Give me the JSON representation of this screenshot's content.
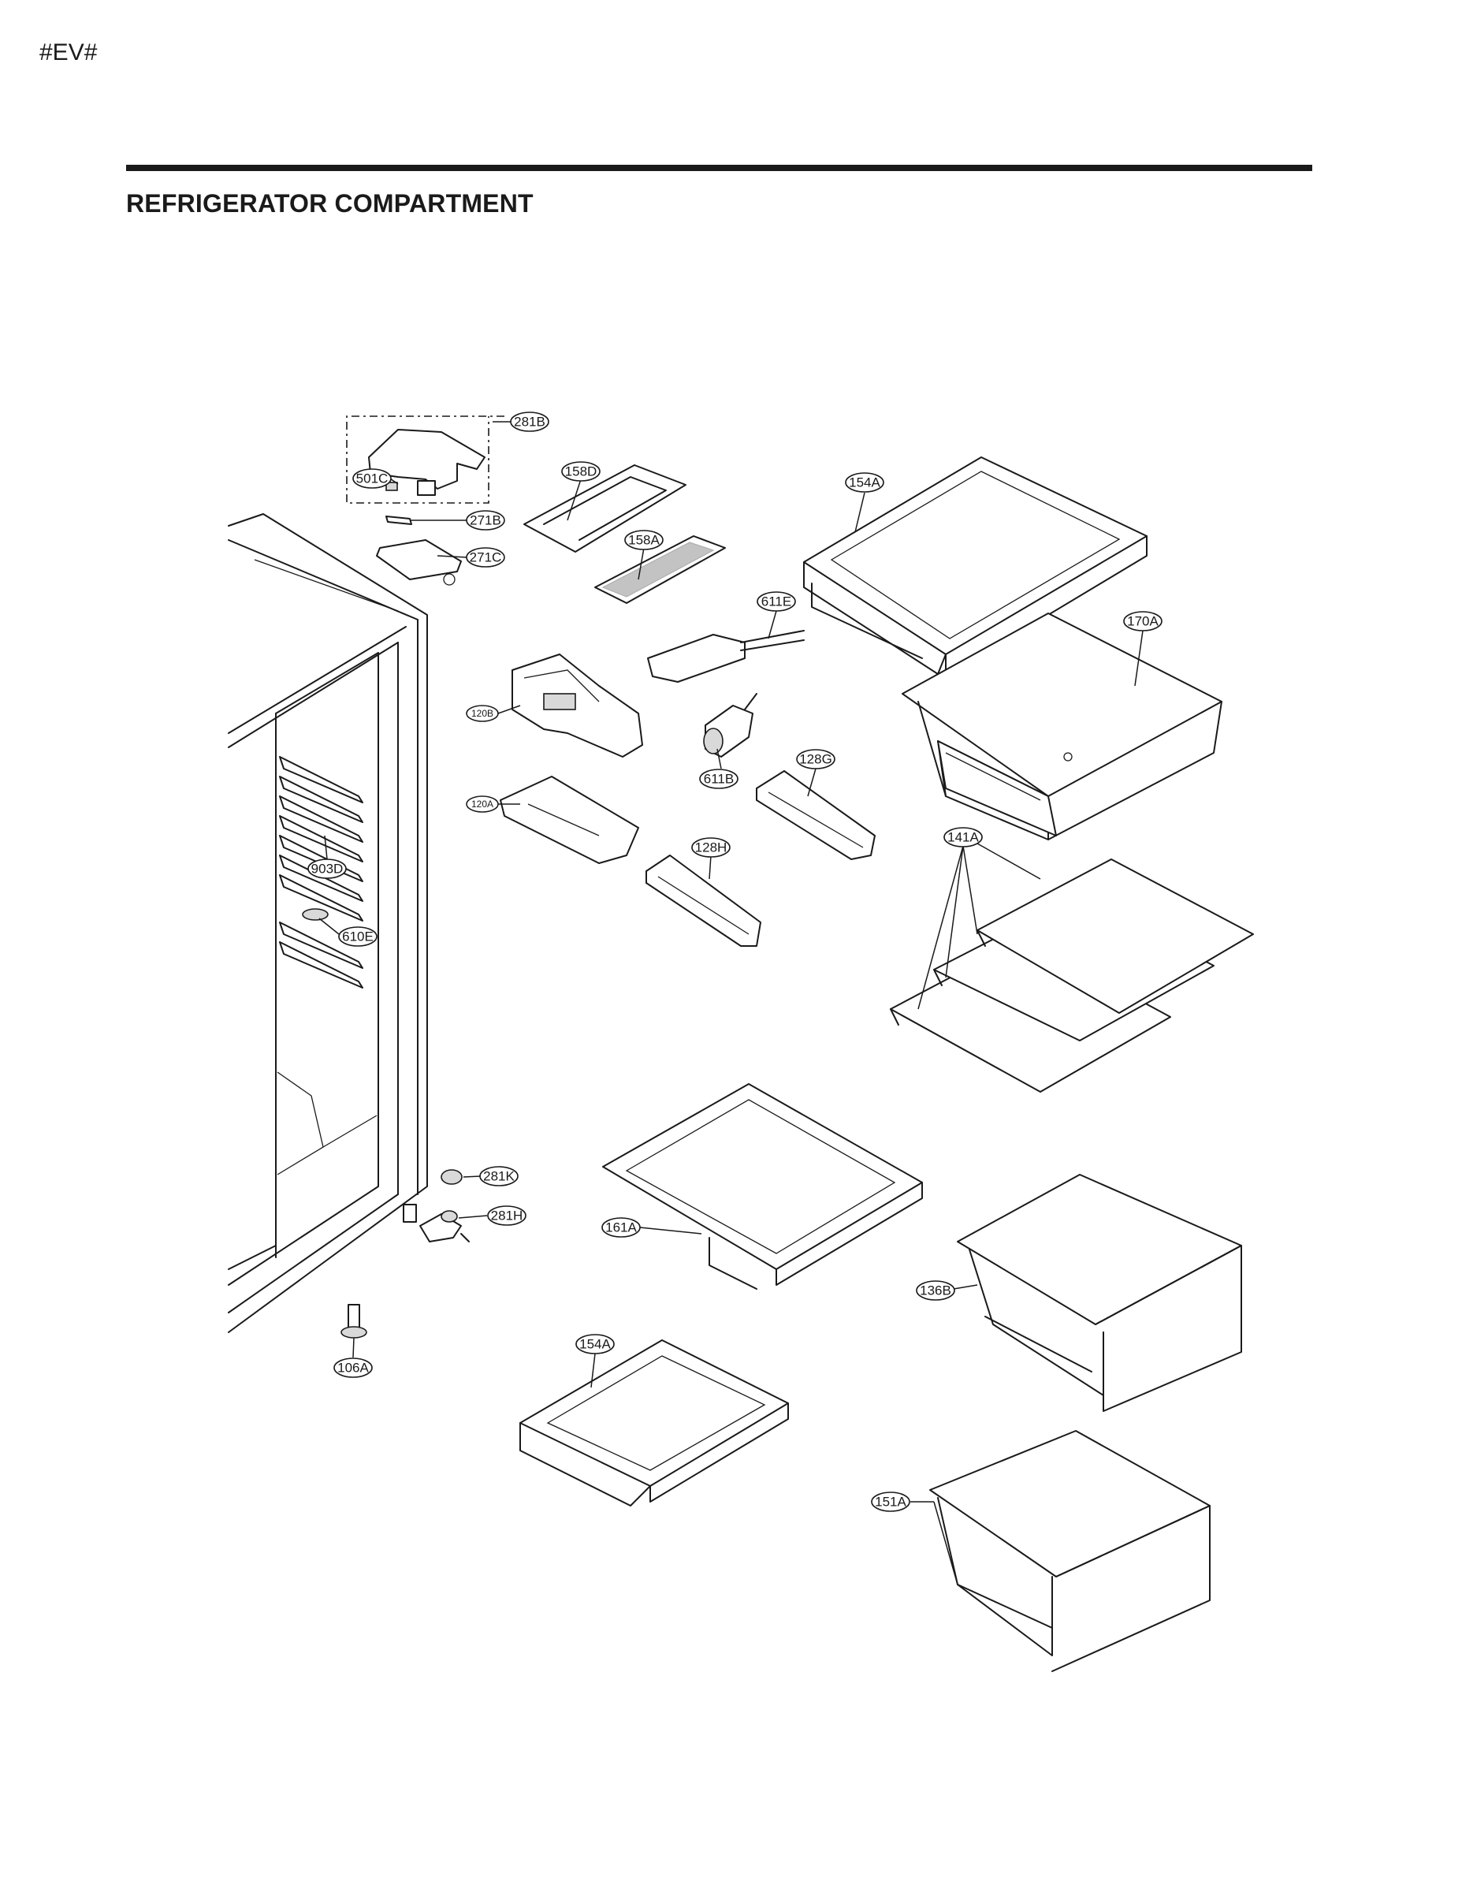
{
  "page_code": "#EV#",
  "section_title": "REFRIGERATOR COMPARTMENT",
  "parts": {
    "281B": "281B",
    "501C": "501C",
    "271B": "271B",
    "271C": "271C",
    "158D": "158D",
    "158A": "158A",
    "154A_top": "154A",
    "611E": "611E",
    "170A": "170A",
    "120B": "120B",
    "611B": "611B",
    "128G": "128G",
    "120A": "120A",
    "128H": "128H",
    "141A": "141A",
    "903D": "903D",
    "610E": "610E",
    "281K": "281K",
    "281H": "281H",
    "161A": "161A",
    "136B": "136B",
    "106A": "106A",
    "154A_bottom": "154A",
    "151A": "151A"
  }
}
